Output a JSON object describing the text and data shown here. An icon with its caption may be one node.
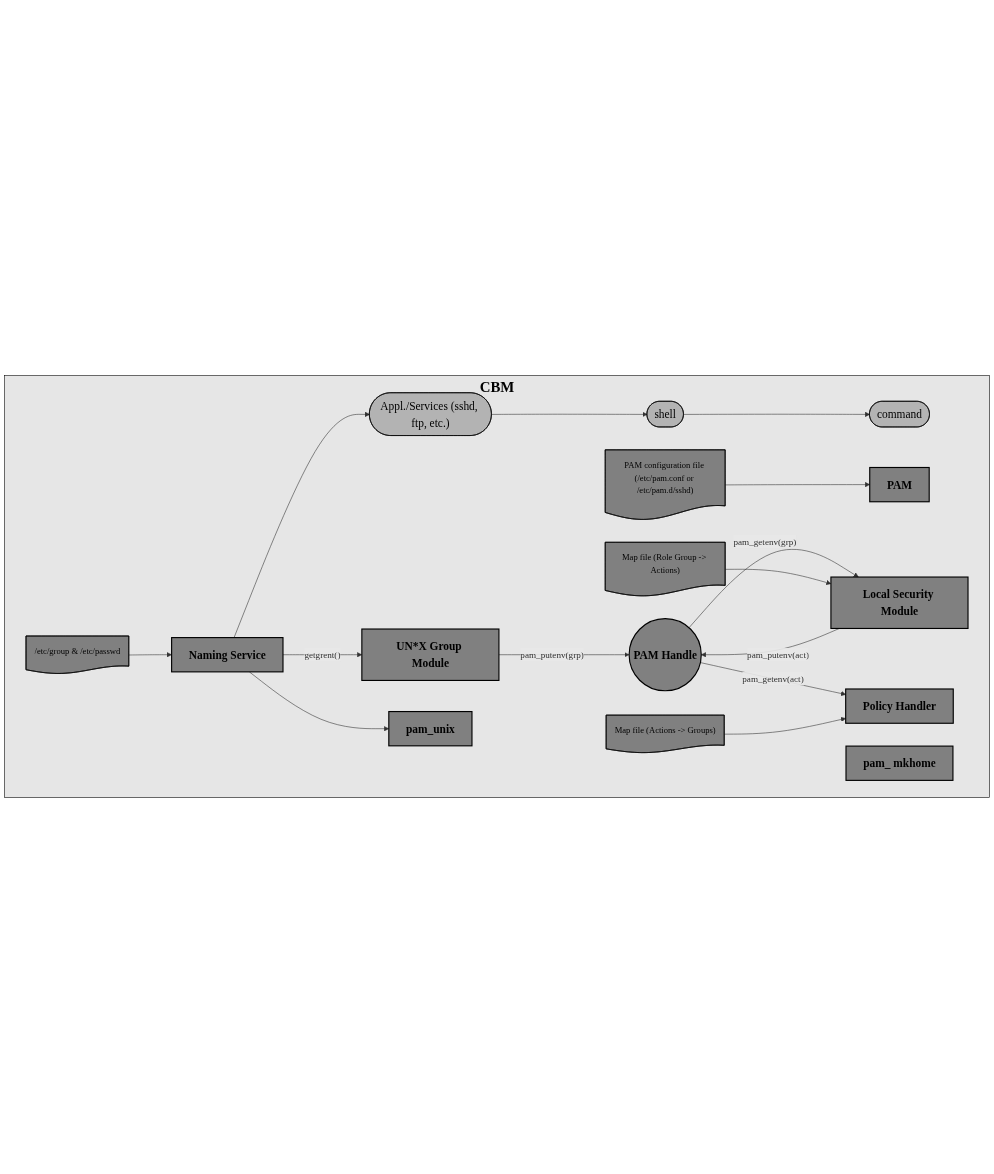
{
  "diagram": {
    "nodes": [
      {
        "text": [
          "CBM"
        ]
      },
      {
        "text": [
          "Appl./Services (sshd, ftp, etc.)"
        ],
        "in": 0
      },
      {
        "text": [
          "shell"
        ],
        "in": 0
      },
      {
        "text": [
          "command"
        ],
        "in": 0
      },
      {
        "text": [
          "PAM"
        ],
        "in": 0
      },
      {
        "text": [
          "PAM configuration file (/etc/pam.conf or /etc/pam.d/sshd)"
        ],
        "in": 0
      },
      {
        "text": [
          "pam_unix"
        ],
        "in": 0
      },
      {
        "text": [
          "UN*X Group Module"
        ],
        "in": 0
      },
      {
        "text": [
          "PAM Handle"
        ],
        "in": 0
      },
      {
        "text": [
          "Local Security Module"
        ],
        "in": 0
      },
      {
        "text": [
          "Map file (Role Group -> Actions)"
        ],
        "in": 0
      },
      {
        "text": [
          "Policy Handler"
        ],
        "in": 0
      },
      {
        "text": [
          "Map file (Actions -> Groups)"
        ],
        "in": 0
      },
      {
        "text": [
          "pam_ mkhome"
        ],
        "in": 0
      },
      {
        "text": [
          "Naming Service"
        ],
        "in": 0
      },
      {
        "text": [
          "/etc/group & /etc/passwd"
        ],
        "in": 0
      }
    ],
    "edges": [
      {
        "from": 1,
        "to": 2,
        "arrow": "to"
      },
      {
        "from": 2,
        "to": 3,
        "arrow": "to"
      },
      {
        "from": 5,
        "to": 4,
        "arrow": "to"
      },
      {
        "from": 7,
        "to": 8,
        "arrow": "to",
        "label": "pam_putenv(grp)"
      },
      {
        "from": 8,
        "to": 9,
        "arrow": "to",
        "label": "pam_getenv(grp)"
      },
      {
        "from": 9,
        "to": 8,
        "arrow": "to",
        "label": "pam_putenv(act)"
      },
      {
        "from": 8,
        "to": 11,
        "arrow": "to",
        "label": "pam_getenv(act)"
      },
      {
        "from": 10,
        "to": 9,
        "arrow": "to"
      },
      {
        "from": 12,
        "to": 11,
        "arrow": "to"
      },
      {
        "from": 14,
        "to": 1,
        "arrow": "to"
      },
      {
        "from": 14,
        "to": 6,
        "arrow": "to"
      },
      {
        "from": 14,
        "to": 7,
        "arrow": "to",
        "label": "getgrent()"
      },
      {
        "from": 15,
        "to": 14,
        "arrow": "to"
      }
    ]
  }
}
